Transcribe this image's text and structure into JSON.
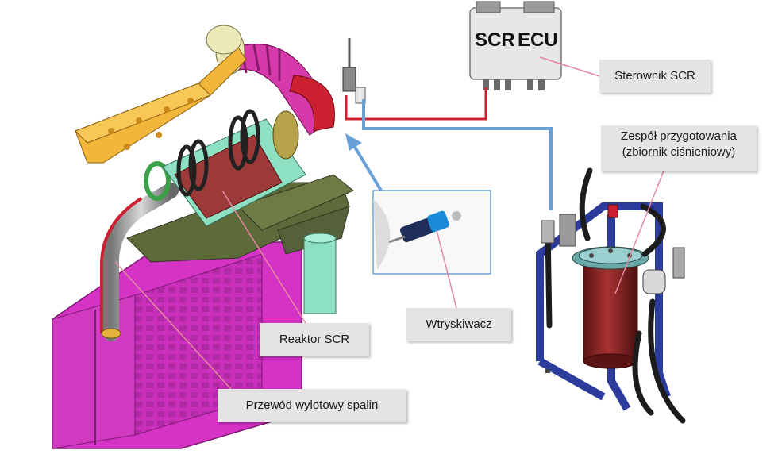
{
  "ecu": {
    "scr_text": "SCR",
    "ecu_text": "ECU"
  },
  "labels": {
    "sterownik": "Sterownik SCR",
    "zespol_line1": "Zespół przygotowania",
    "zespol_line2": "(zbiornik ciśnieniowy)",
    "reaktor": "Reaktor SCR",
    "wtryskiwacz": "Wtryskiwacz",
    "przewod": "Przewód wylotowy spalin"
  },
  "colors": {
    "magenta": "#d433c6",
    "yellow": "#f2b63b",
    "olive": "#5e6a3a",
    "mint": "#8ee0c3",
    "red_pipe": "#cc1f2f",
    "blue_pipe": "#6aa0d8",
    "blue_frame": "#2c3c9c",
    "tank": "#8c2424",
    "label_bg": "#e4e4e4",
    "leader": "#e58a9e"
  }
}
